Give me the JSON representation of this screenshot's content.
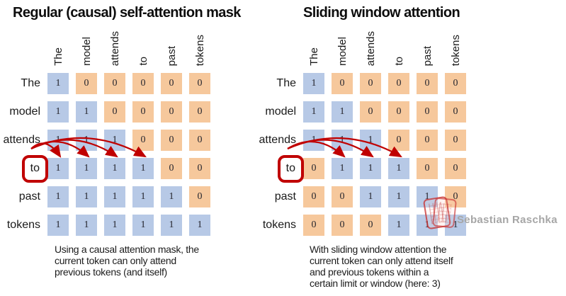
{
  "colors": {
    "cell_one": "#b7c9e6",
    "cell_zero": "#f6c89c",
    "accent_red": "#c00000",
    "watermark_gray": "#a6a6a6"
  },
  "watermark": {
    "author": "Sebastian Raschka"
  },
  "panels": [
    {
      "title": "Regular (causal) self-attention mask",
      "tokens": [
        "The",
        "model",
        "attends",
        "to",
        "past",
        "tokens"
      ],
      "highlight_token": "to",
      "matrix": [
        [
          1,
          0,
          0,
          0,
          0,
          0
        ],
        [
          1,
          1,
          0,
          0,
          0,
          0
        ],
        [
          1,
          1,
          1,
          0,
          0,
          0
        ],
        [
          1,
          1,
          1,
          1,
          0,
          0
        ],
        [
          1,
          1,
          1,
          1,
          1,
          0
        ],
        [
          1,
          1,
          1,
          1,
          1,
          1
        ]
      ],
      "arrows": {
        "from_token": "to",
        "target_columns": [
          0,
          1,
          2,
          3
        ]
      },
      "caption": "Using a causal attention mask, the\ncurrent token can only attend\nprevious tokens (and itself)"
    },
    {
      "title": "Sliding window attention",
      "tokens": [
        "The",
        "model",
        "attends",
        "to",
        "past",
        "tokens"
      ],
      "highlight_token": "to",
      "matrix": [
        [
          1,
          0,
          0,
          0,
          0,
          0
        ],
        [
          1,
          1,
          0,
          0,
          0,
          0
        ],
        [
          1,
          1,
          1,
          0,
          0,
          0
        ],
        [
          0,
          1,
          1,
          1,
          0,
          0
        ],
        [
          0,
          0,
          1,
          1,
          1,
          0
        ],
        [
          0,
          0,
          0,
          1,
          1,
          1
        ]
      ],
      "arrows": {
        "from_token": "to",
        "target_columns": [
          1,
          2,
          3
        ]
      },
      "caption": "With sliding window attention the\ncurrent token can only attend itself\nand previous tokens within a\ncertain limit or window (here: 3)"
    }
  ]
}
